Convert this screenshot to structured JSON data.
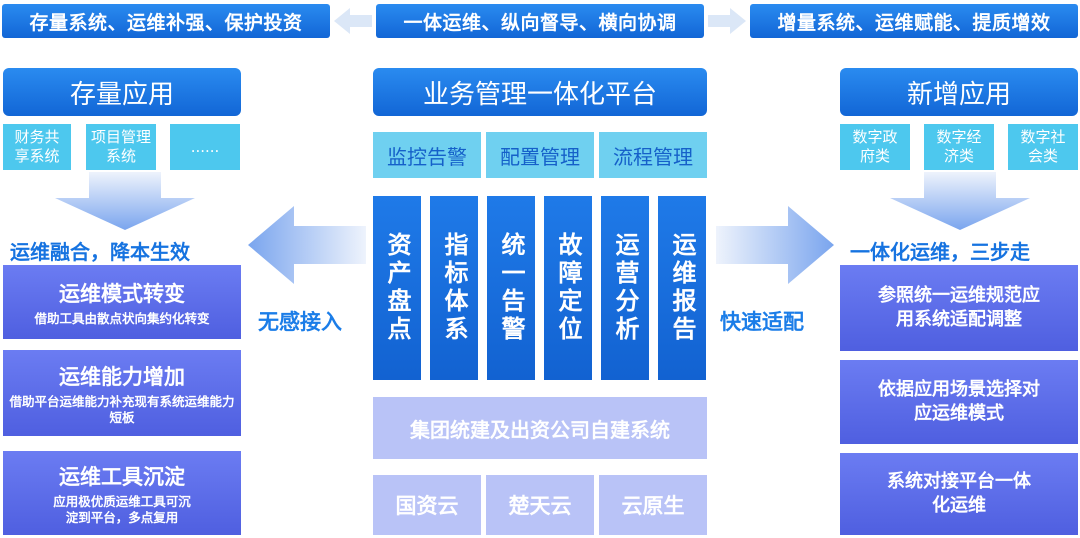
{
  "top": {
    "left": "存量系统、运维补强、保护投资",
    "center": "一体运维、纵向督导、横向协调",
    "right": "增量系统、运维赋能、提质增效"
  },
  "left": {
    "header": "存量应用",
    "apps": [
      "财务共享系统",
      "项目管理系统",
      "......"
    ],
    "slogan": "运维融合，降本生效",
    "boxes": [
      {
        "title": "运维模式转变",
        "sub": "借助工具由散点状向集约化转变"
      },
      {
        "title": "运维能力增加",
        "sub": "借助平台运维能力补充现有系统运维能力短板"
      },
      {
        "title": "运维工具沉淀",
        "sub": "应用极优质运维工具可沉淀到平台，多点复用"
      }
    ]
  },
  "center": {
    "header": "业务管理一体化平台",
    "tabs": [
      "监控告警",
      "配置管理",
      "流程管理"
    ],
    "pillars": [
      "资产盘点",
      "指标体系",
      "统一告警",
      "故障定位",
      "运营分析",
      "运维报告"
    ],
    "group": "集团统建及出资公司自建系统",
    "clouds": [
      "国资云",
      "楚天云",
      "云原生"
    ]
  },
  "labels": {
    "left_arrow": "无感接入",
    "right_arrow": "快速适配"
  },
  "right": {
    "header": "新增应用",
    "apps": [
      "数字政府类",
      "数字经济类",
      "数字社会类"
    ],
    "slogan": "一体化运维，三步走",
    "boxes": [
      "参照统一运维规范应用系统适配调整",
      "依据应用场景选择对应运维模式",
      "系统对接平台一体化运维"
    ]
  },
  "colors": {
    "primary_blue": "#1a6fe0",
    "cyan": "#4dc8ee",
    "violet": "#5a6ae8",
    "lavender": "#b9c3f7"
  }
}
